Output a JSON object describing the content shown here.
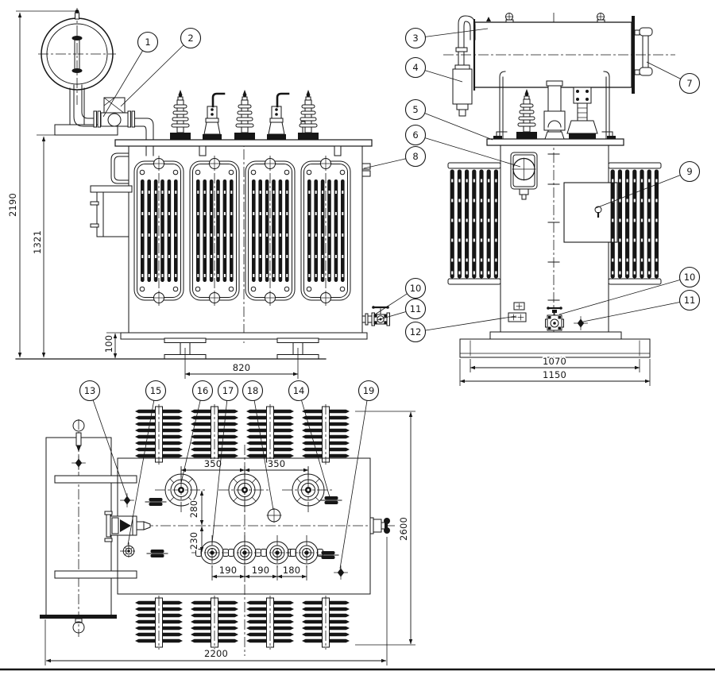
{
  "callouts": {
    "n1": "1",
    "n2": "2",
    "n3": "3",
    "n4": "4",
    "n5": "5",
    "n6": "6",
    "n7": "7",
    "n8": "8",
    "n9": "9",
    "n10": "10",
    "n11": "11",
    "n12": "12",
    "n13": "13",
    "n14": "14",
    "n15": "15",
    "n16": "16",
    "n17": "17",
    "n18": "18",
    "n19": "19"
  },
  "dimensions": {
    "front": {
      "overall_height": "2190",
      "tank_height": "1321",
      "base_height": "100",
      "wheel_gauge": "820"
    },
    "side": {
      "base_inner": "1070",
      "base_outer": "1150"
    },
    "plan": {
      "hv_pitch_left": "350",
      "hv_pitch_right": "350",
      "hv_row_offset": "280",
      "lv_row_offset": "230",
      "lv_pitch_1": "190",
      "lv_pitch_2": "190",
      "lv_pitch_3": "180",
      "overall_depth": "2600",
      "overall_length": "2200"
    }
  }
}
